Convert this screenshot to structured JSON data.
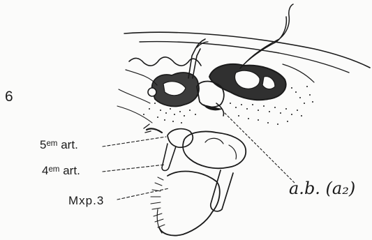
{
  "figure": {
    "number": "6"
  },
  "labels": {
    "fifth_article": "5ᵉᵐ art.",
    "fourth_article": "4ᵉᵐ art.",
    "maxilliped": "Mxp.3",
    "antennal_base": "a.b. (a₂)"
  },
  "colors": {
    "ink": "#1a1a1a",
    "paper": "#fbfbfa"
  }
}
